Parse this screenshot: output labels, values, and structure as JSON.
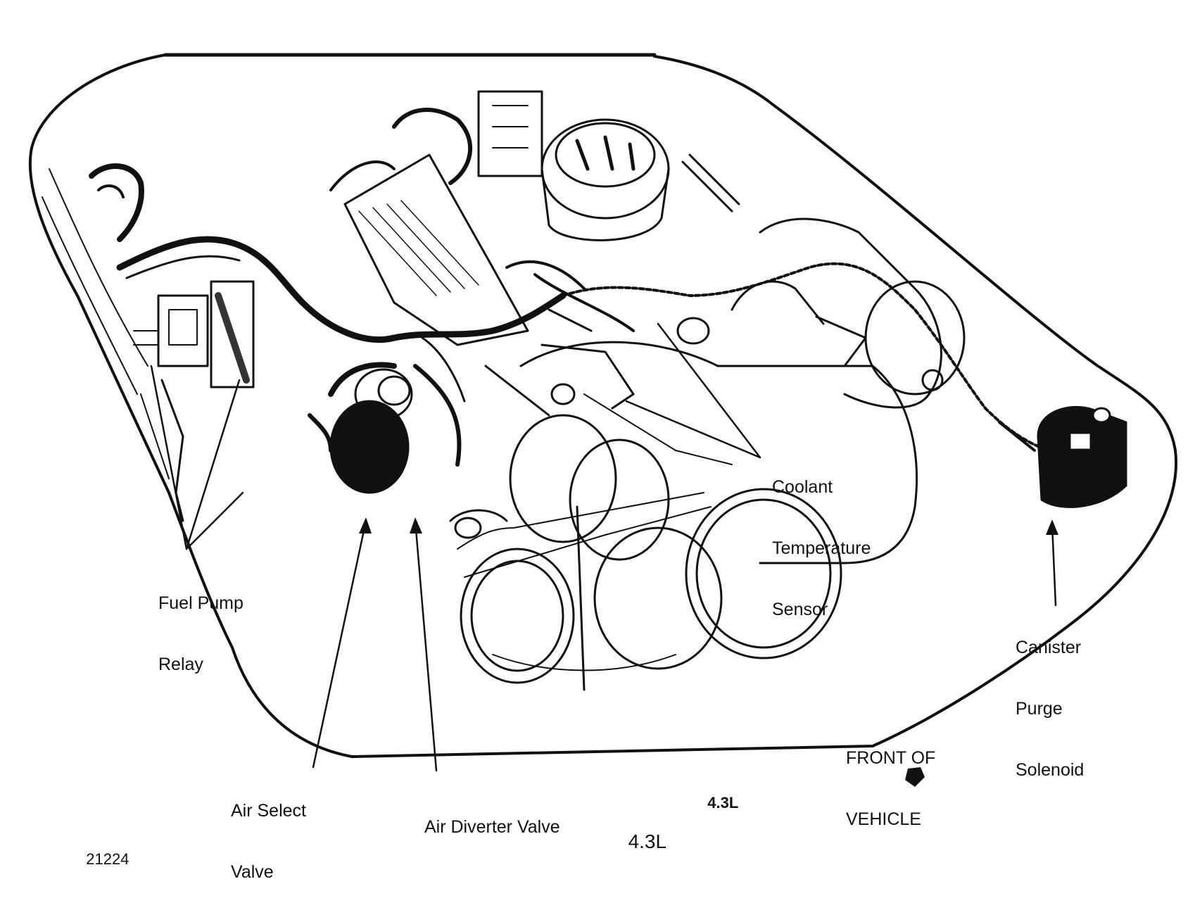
{
  "diagram": {
    "labels": {
      "fuel_pump_relay": [
        "Fuel Pump",
        "Relay"
      ],
      "coolant_sensor": [
        "Coolant",
        "Temperature",
        "Sensor"
      ],
      "canister_purge": [
        "Canister",
        "Purge",
        "Solenoid"
      ],
      "air_select_valve": [
        "Air Select",
        "Valve"
      ],
      "air_diverter_valve": [
        "Air Diverter Valve"
      ],
      "front_of_vehicle": [
        "FRONT OF",
        "VEHICLE"
      ],
      "engine_small": "4.3L",
      "engine_caption": "4.3L",
      "figure_number": "21224"
    }
  }
}
